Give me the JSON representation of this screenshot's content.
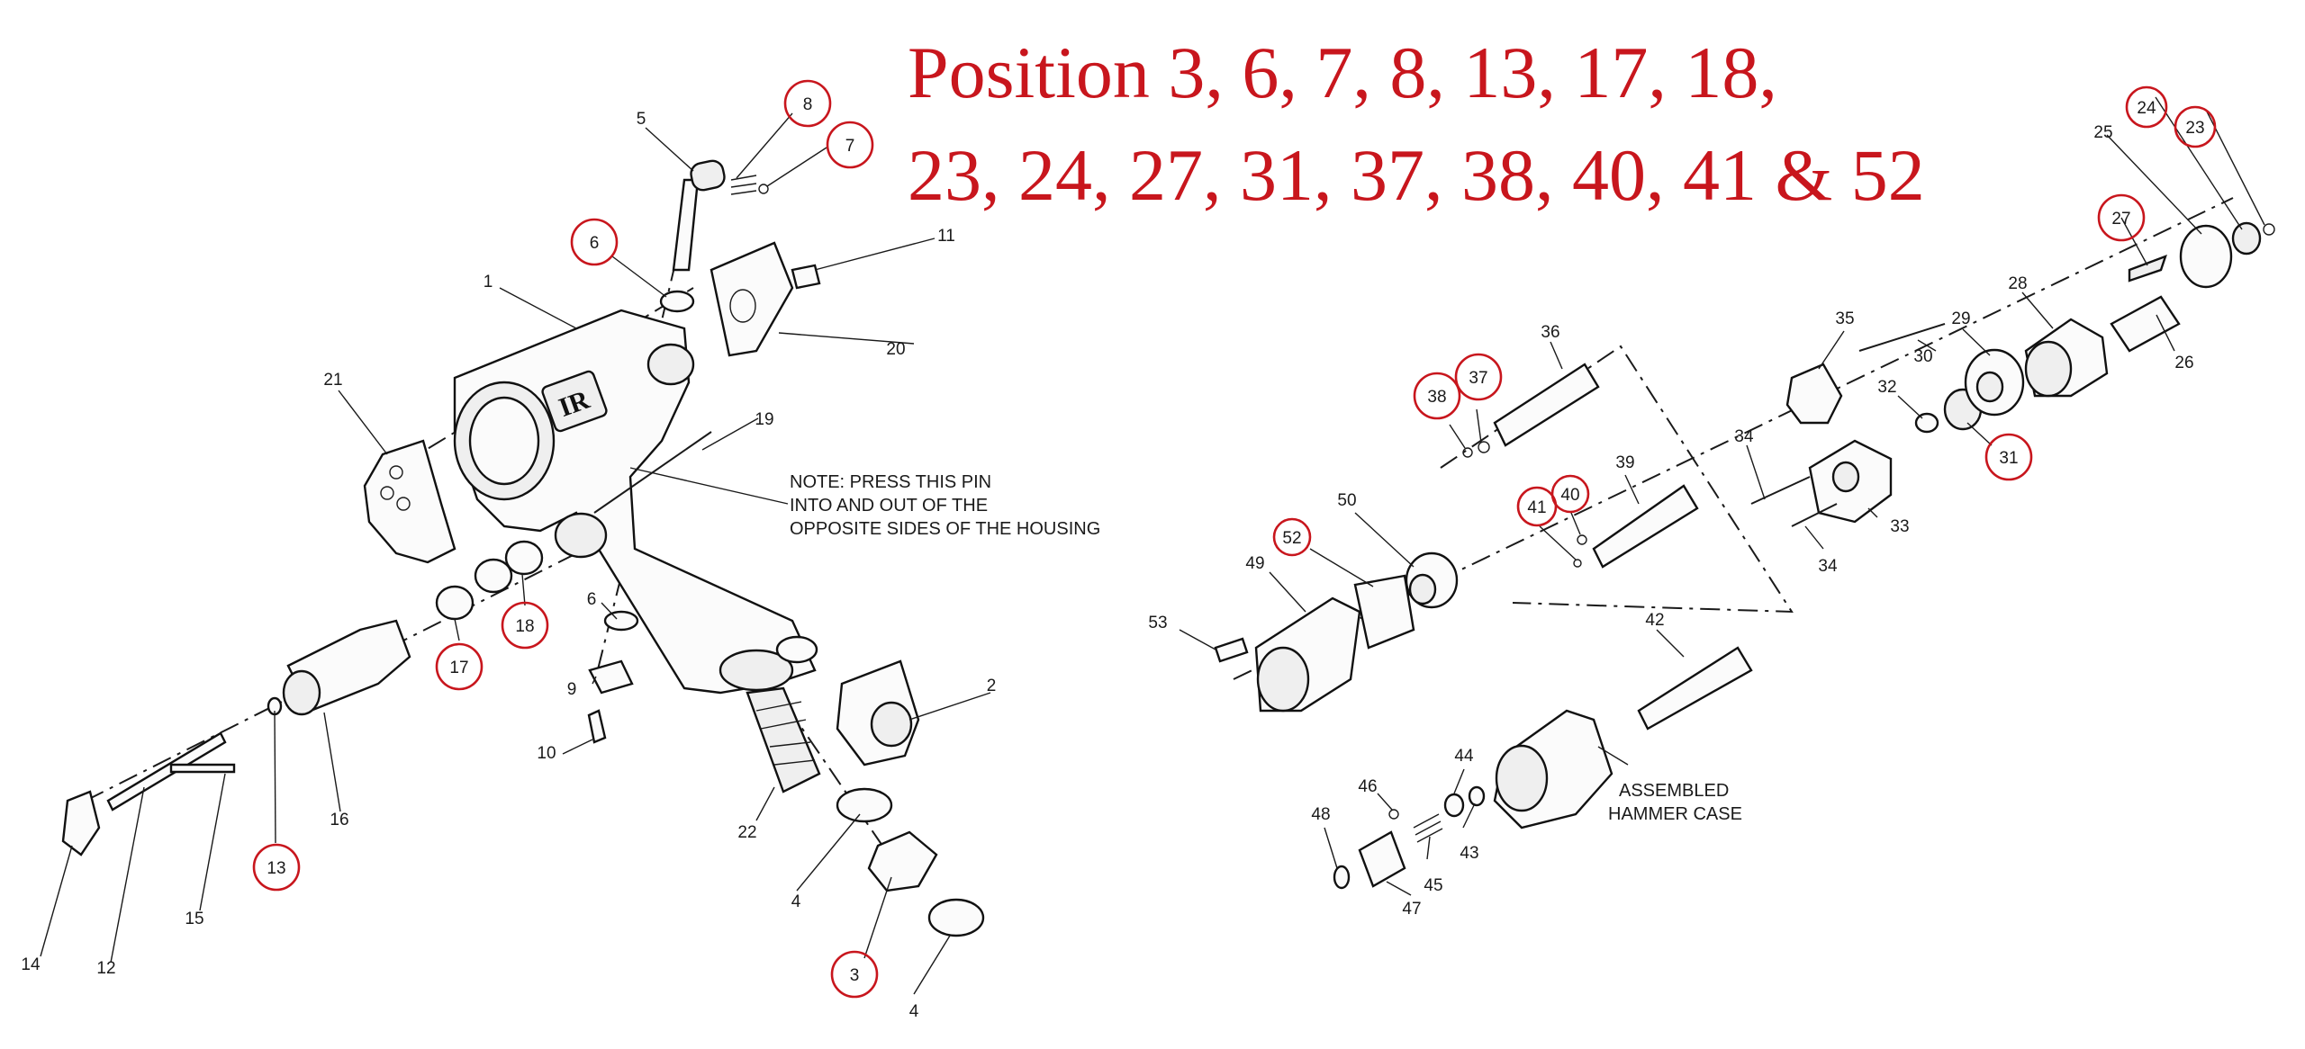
{
  "heading": {
    "line1": "Position  3, 6, 7, 8, 13, 17, 18,",
    "line2": "23, 24, 27, 31, 37, 38, 40, 41 & 52",
    "color": "#c8161d"
  },
  "note": {
    "line1": "NOTE: PRESS THIS PIN",
    "line2": "INTO AND OUT OF THE",
    "line3": "OPPOSITE SIDES OF THE HOUSING"
  },
  "assembly_label": {
    "line1": "ASSEMBLED",
    "line2": "HAMMER CASE"
  },
  "logo_text": "IR",
  "callouts": [
    {
      "id": "1",
      "highlighted": false
    },
    {
      "id": "2",
      "highlighted": false
    },
    {
      "id": "3",
      "highlighted": true
    },
    {
      "id": "4",
      "highlighted": false
    },
    {
      "id": "4",
      "highlighted": false
    },
    {
      "id": "5",
      "highlighted": false
    },
    {
      "id": "6",
      "highlighted": true
    },
    {
      "id": "6",
      "highlighted": false
    },
    {
      "id": "7",
      "highlighted": true
    },
    {
      "id": "8",
      "highlighted": true
    },
    {
      "id": "9",
      "highlighted": false
    },
    {
      "id": "10",
      "highlighted": false
    },
    {
      "id": "11",
      "highlighted": false
    },
    {
      "id": "12",
      "highlighted": false
    },
    {
      "id": "13",
      "highlighted": true
    },
    {
      "id": "14",
      "highlighted": false
    },
    {
      "id": "15",
      "highlighted": false
    },
    {
      "id": "16",
      "highlighted": false
    },
    {
      "id": "17",
      "highlighted": true
    },
    {
      "id": "18",
      "highlighted": true
    },
    {
      "id": "19",
      "highlighted": false
    },
    {
      "id": "20",
      "highlighted": false
    },
    {
      "id": "21",
      "highlighted": false
    },
    {
      "id": "22",
      "highlighted": false
    },
    {
      "id": "23",
      "highlighted": true
    },
    {
      "id": "24",
      "highlighted": true
    },
    {
      "id": "25",
      "highlighted": false
    },
    {
      "id": "26",
      "highlighted": false
    },
    {
      "id": "27",
      "highlighted": true
    },
    {
      "id": "28",
      "highlighted": false
    },
    {
      "id": "29",
      "highlighted": false
    },
    {
      "id": "30",
      "highlighted": false
    },
    {
      "id": "31",
      "highlighted": true
    },
    {
      "id": "32",
      "highlighted": false
    },
    {
      "id": "33",
      "highlighted": false
    },
    {
      "id": "34",
      "highlighted": false
    },
    {
      "id": "34",
      "highlighted": false
    },
    {
      "id": "35",
      "highlighted": false
    },
    {
      "id": "36",
      "highlighted": false
    },
    {
      "id": "37",
      "highlighted": true
    },
    {
      "id": "38",
      "highlighted": true
    },
    {
      "id": "39",
      "highlighted": false
    },
    {
      "id": "40",
      "highlighted": true
    },
    {
      "id": "41",
      "highlighted": true
    },
    {
      "id": "42",
      "highlighted": false
    },
    {
      "id": "43",
      "highlighted": false
    },
    {
      "id": "44",
      "highlighted": false
    },
    {
      "id": "45",
      "highlighted": false
    },
    {
      "id": "46",
      "highlighted": false
    },
    {
      "id": "47",
      "highlighted": false
    },
    {
      "id": "48",
      "highlighted": false
    },
    {
      "id": "49",
      "highlighted": false
    },
    {
      "id": "50",
      "highlighted": false
    },
    {
      "id": "52",
      "highlighted": true
    },
    {
      "id": "53",
      "highlighted": false
    }
  ]
}
